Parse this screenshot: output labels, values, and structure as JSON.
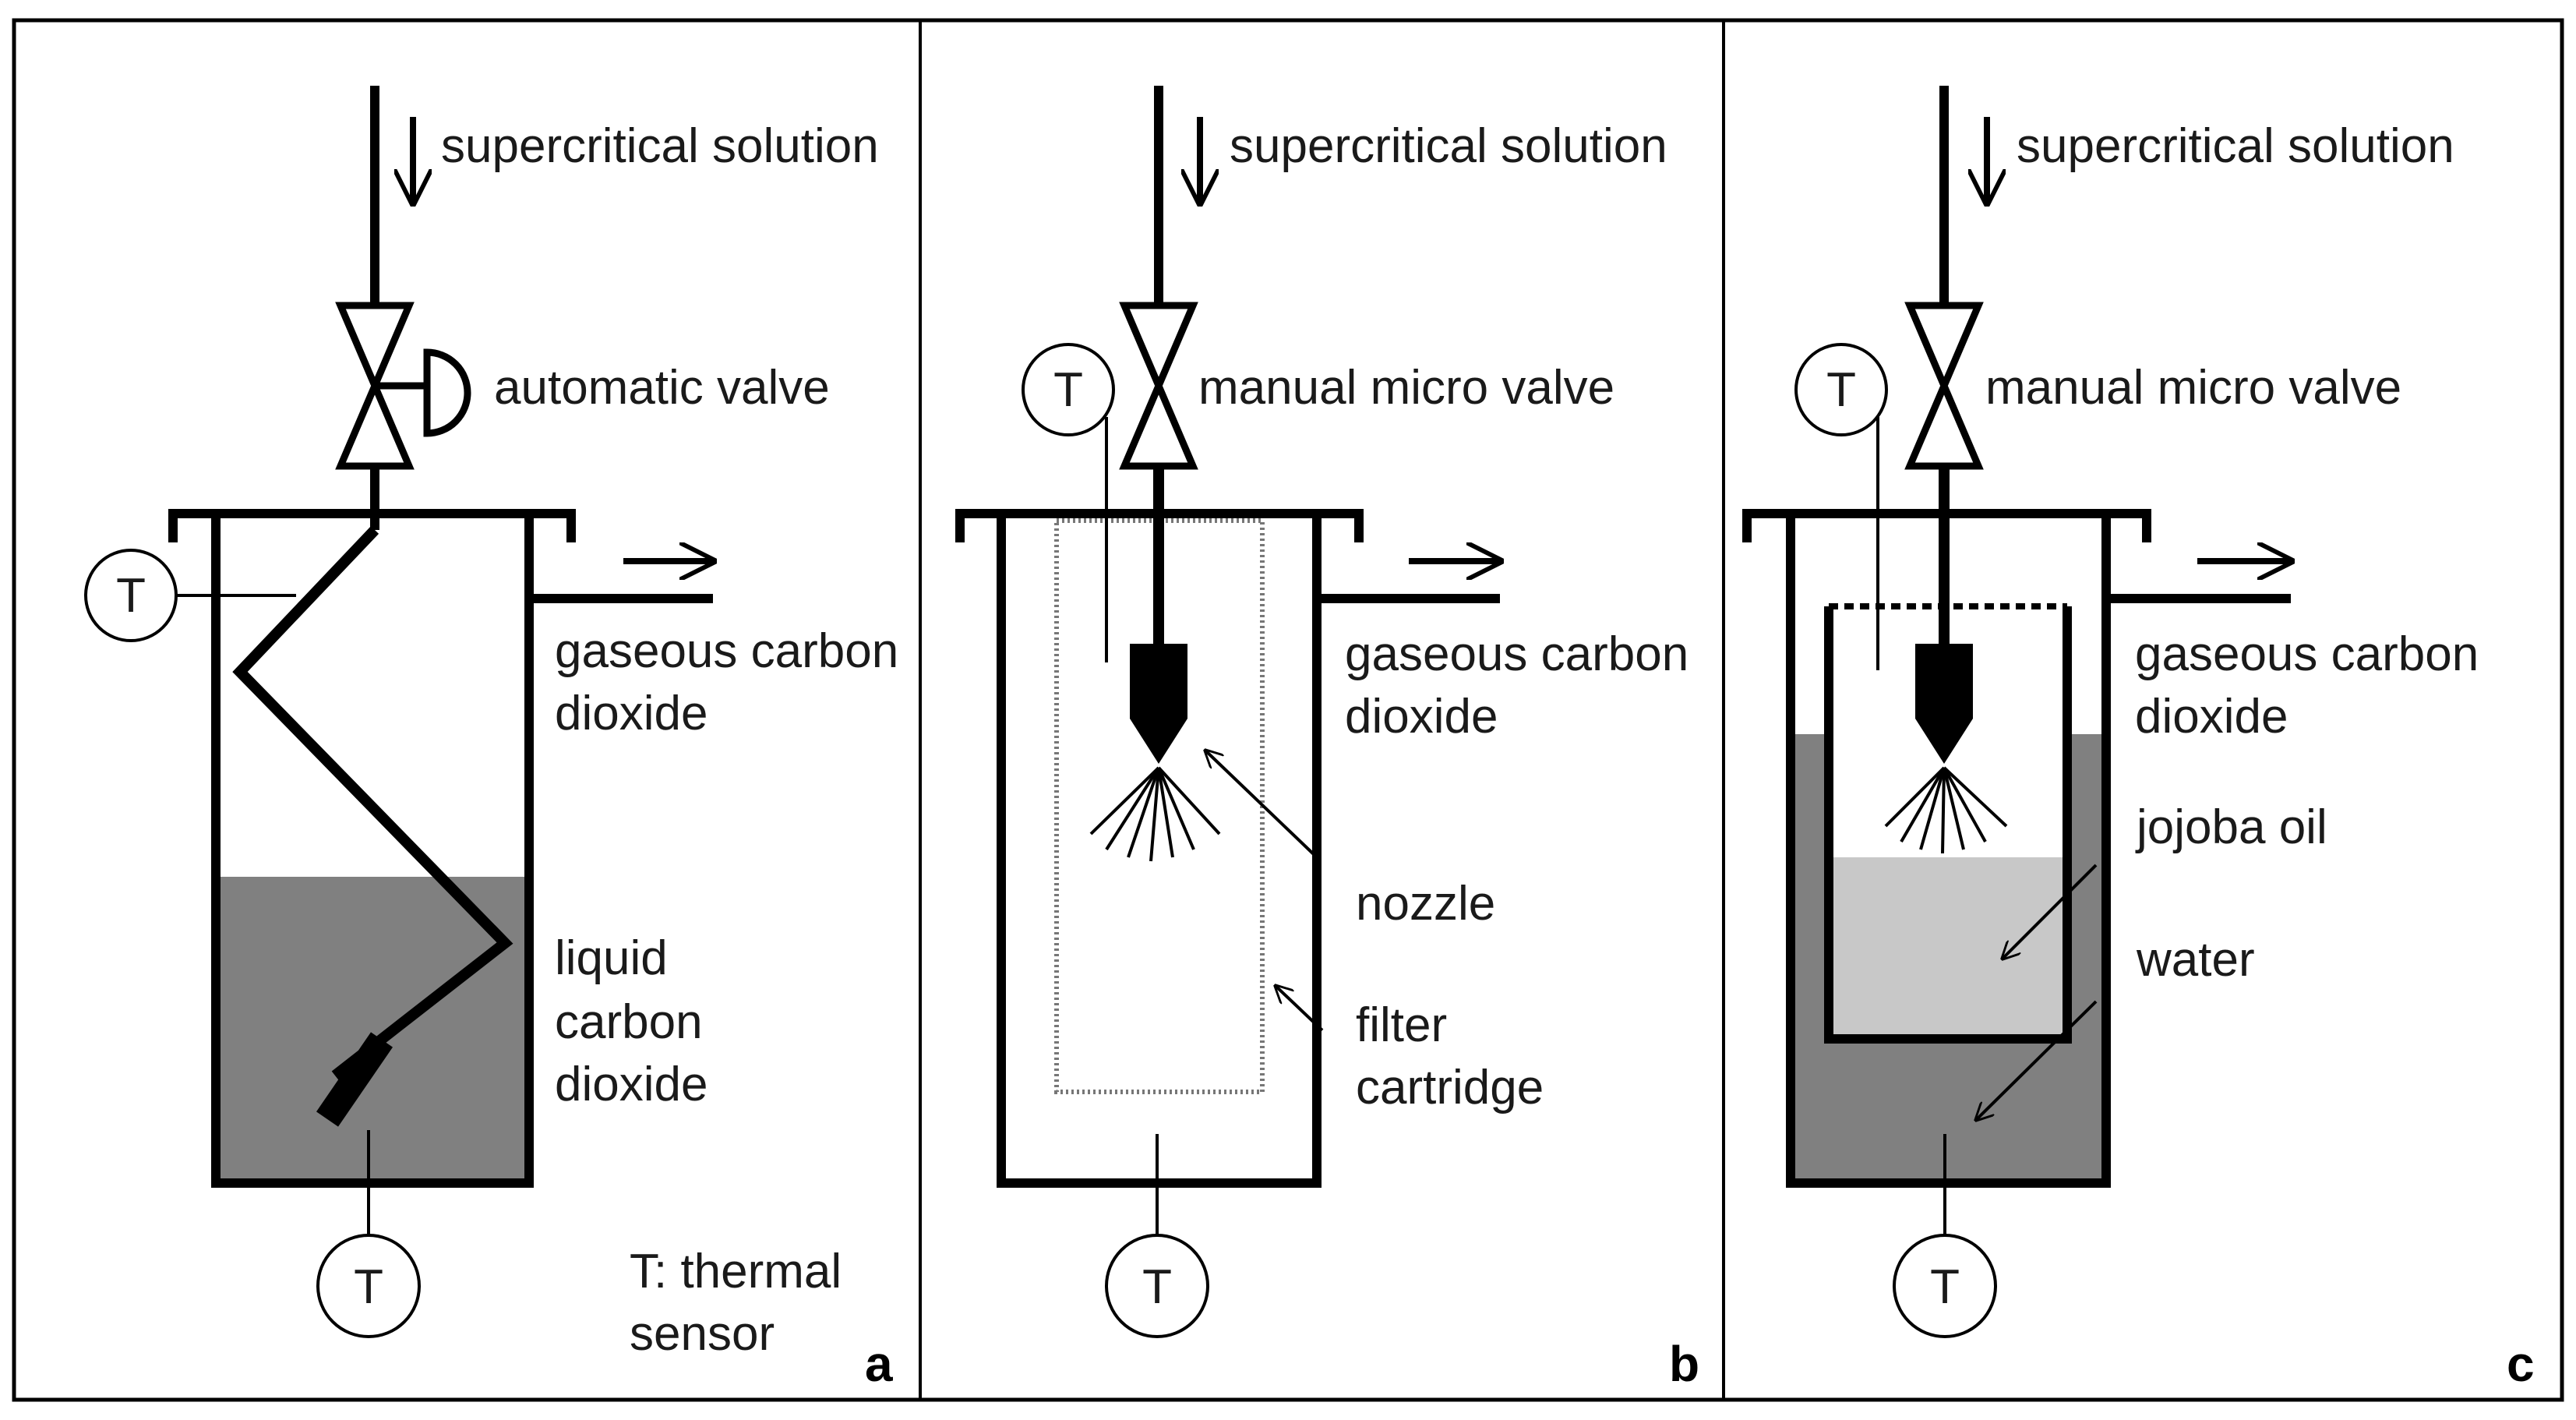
{
  "panels": [
    {
      "letter": "a",
      "supercritical_solution": "supercritical solution",
      "valve_label": "automatic valve",
      "gaseous_line1": "gaseous carbon",
      "gaseous_line2": "dioxide",
      "liquid_line1": "liquid",
      "liquid_line2": "carbon",
      "liquid_line3": "dioxide",
      "legend_line1": "T: thermal",
      "legend_line2": "sensor",
      "sensor_top": "T",
      "sensor_bottom": "T"
    },
    {
      "letter": "b",
      "supercritical_solution": "supercritical solution",
      "valve_label": "manual micro valve",
      "gaseous_line1": "gaseous carbon",
      "gaseous_line2": "dioxide",
      "nozzle_label": "nozzle",
      "filter_line1": "filter",
      "filter_line2": "cartridge",
      "sensor_top": "T",
      "sensor_bottom": "T"
    },
    {
      "letter": "c",
      "supercritical_solution": "supercritical solution",
      "valve_label": "manual micro valve",
      "gaseous_line1": "gaseous carbon",
      "gaseous_line2": "dioxide",
      "oil_label": "jojoba oil",
      "water_label": "water",
      "sensor_top": "T",
      "sensor_bottom": "T"
    }
  ],
  "colors": {
    "liquid_co2": "#808080",
    "water": "#808080",
    "jojoba_oil": "#c8c8c8",
    "line": "#000000",
    "background": "#ffffff"
  }
}
